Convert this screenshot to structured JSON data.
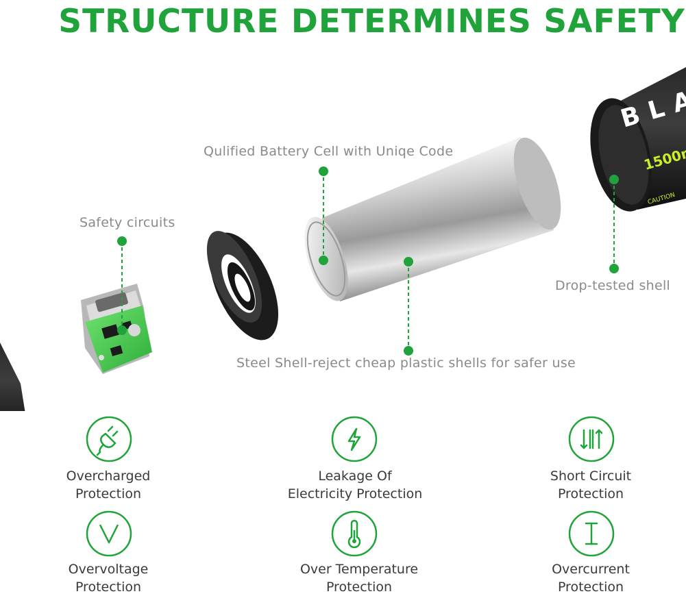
{
  "title": "STRUCTURE DETERMINES SAFETY",
  "callouts": {
    "cell": "Qulified Battery Cell with Uniqe Code",
    "safety": "Safety circuits",
    "shell": "Drop-tested shell",
    "steel": "Steel Shell-reject cheap plastic shells for safer use"
  },
  "wrap_text": {
    "brand": "BLA",
    "capacity": "1500m",
    "caution": "CAUTION"
  },
  "features": [
    {
      "icon": "plug-icon",
      "line1": "Overcharged",
      "line2": "Protection"
    },
    {
      "icon": "lightning-icon",
      "line1": "Leakage Of",
      "line2": "Electricity Protection"
    },
    {
      "icon": "arrows-icon",
      "line1": "Short Circuit",
      "line2": "Protection"
    },
    {
      "icon": "chevron-down-icon",
      "line1": "Overvoltage",
      "line2": "Protection"
    },
    {
      "icon": "thermometer-icon",
      "line1": "Over Temperature",
      "line2": "Protection"
    },
    {
      "icon": "current-icon",
      "line1": "Overcurrent",
      "line2": "Protection"
    }
  ],
  "colors": {
    "accent": "#1fa33a",
    "text": "#3a3a3a",
    "muted": "#8a8a8a"
  }
}
